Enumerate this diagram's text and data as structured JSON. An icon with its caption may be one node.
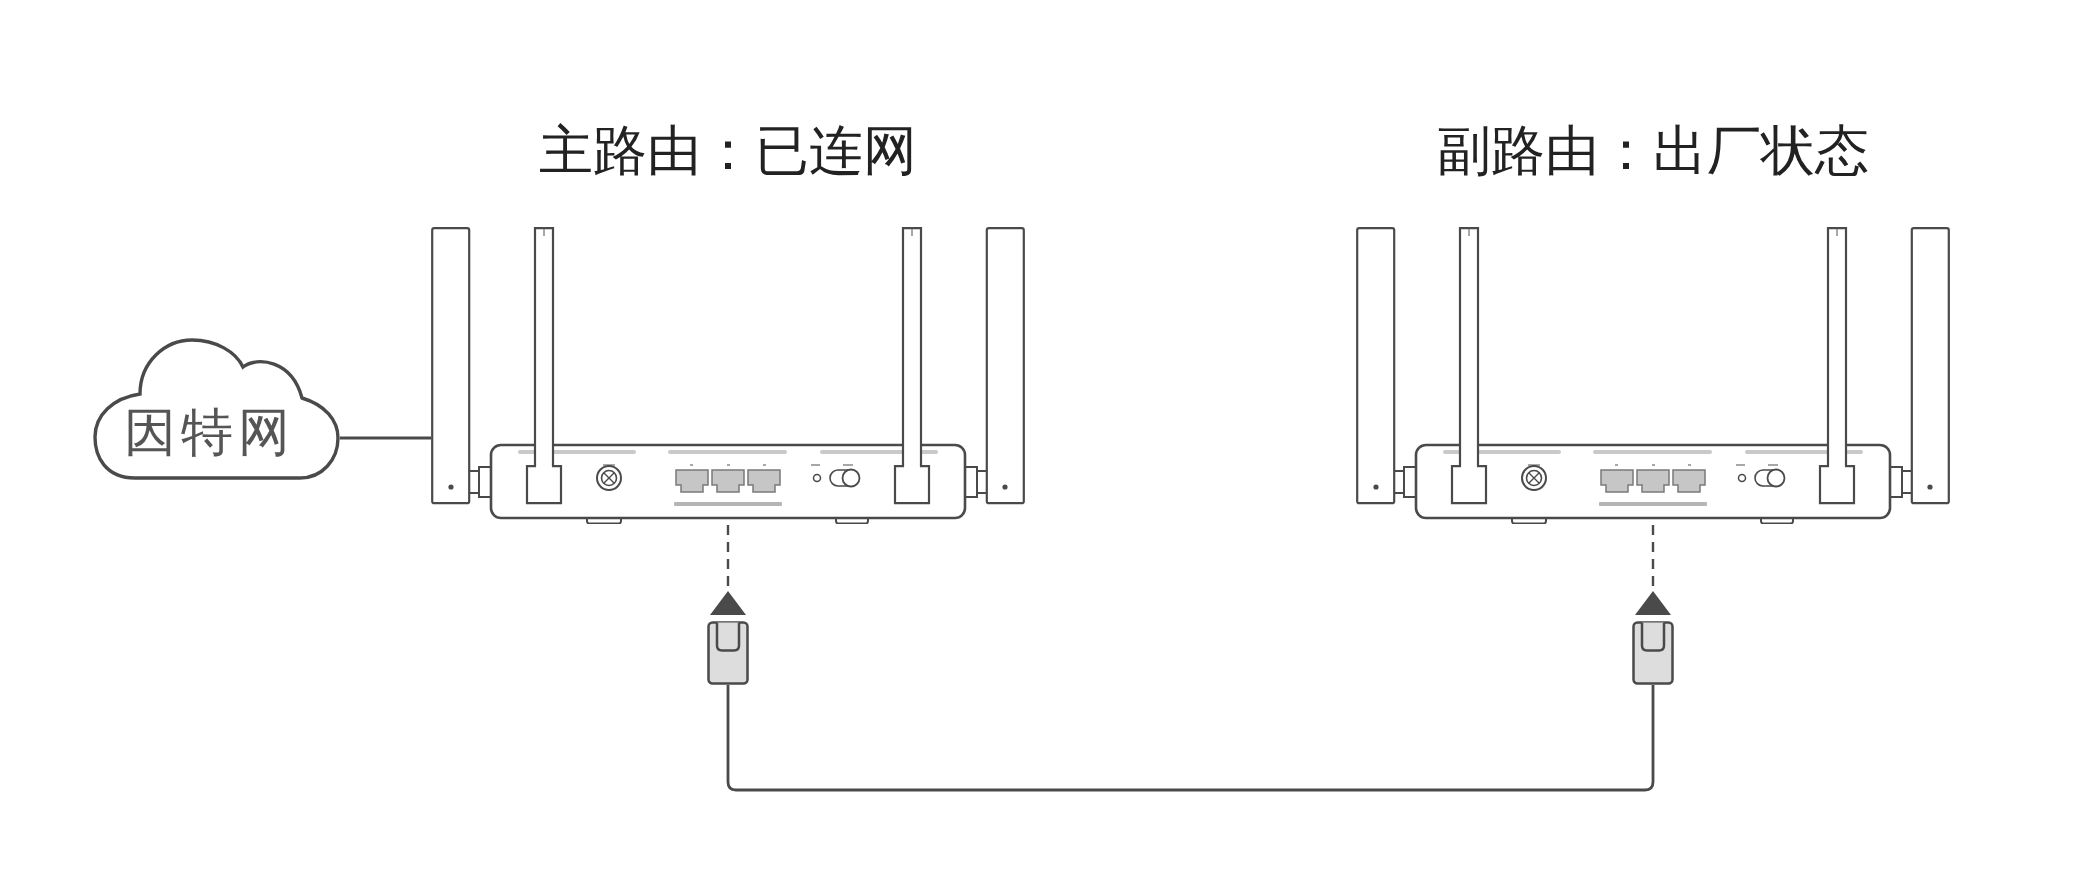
{
  "diagram": {
    "nodes": [
      {
        "text": [
          "主路由：已连网"
        ]
      },
      {
        "text": [
          "副路由：出厂状态"
        ]
      },
      {
        "text": [
          "因特网"
        ]
      },
      {
        "text": [],
        "shape": "picture"
      },
      {
        "text": [],
        "shape": "picture"
      }
    ],
    "edges": [
      {
        "from": 2,
        "to": 0,
        "arrow": "none"
      },
      {
        "from": 0,
        "to": 3,
        "arrow": "none",
        "style": "dashed"
      },
      {
        "from": 1,
        "to": 4,
        "arrow": "none",
        "style": "dashed"
      },
      {
        "from": 3,
        "to": 4,
        "arrow": "none"
      }
    ]
  }
}
